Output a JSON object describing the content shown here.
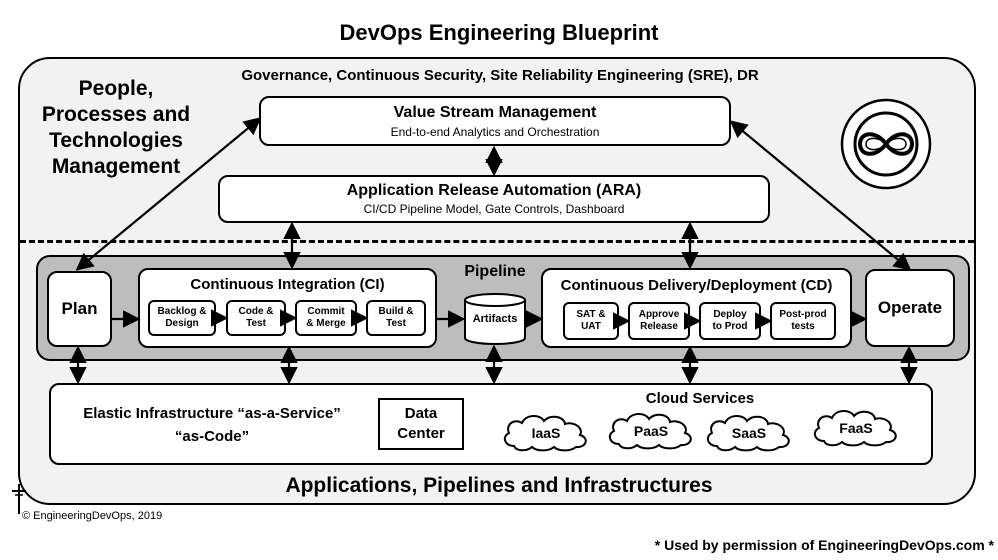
{
  "title": "DevOps Engineering Blueprint",
  "people_label": "People,\nProcesses and\nTechnologies\nManagement",
  "governance": "Governance, Continuous Security, Site Reliability Engineering (SRE), DR",
  "vsm": {
    "title": "Value Stream Management",
    "subtitle": "End-to-end Analytics and Orchestration"
  },
  "ara": {
    "title": "Application Release Automation (ARA)",
    "subtitle": "CI/CD Pipeline Model, Gate Controls, Dashboard"
  },
  "pipeline": {
    "label": "Pipeline",
    "plan": "Plan",
    "operate": "Operate",
    "artifacts": "Artifacts",
    "ci": {
      "title": "Continuous Integration (CI)",
      "stages": [
        "Backlog &\nDesign",
        "Code &\nTest",
        "Commit\n& Merge",
        "Build &\nTest"
      ]
    },
    "cd": {
      "title": "Continuous Delivery/Deployment (CD)",
      "stages": [
        "SAT &\nUAT",
        "Approve\nRelease",
        "Deploy\nto Prod",
        "Post-prod\ntests"
      ]
    }
  },
  "infrastructure": {
    "elastic_line1": "Elastic Infrastructure “as-a-Service”",
    "elastic_line2": "“as-Code”",
    "data_center": "Data\nCenter",
    "cloud_services": "Cloud Services",
    "clouds": [
      "IaaS",
      "PaaS",
      "SaaS",
      "FaaS"
    ]
  },
  "bottom_label": "Applications, Pipelines and Infrastructures",
  "copyright": "© EngineeringDevOps, 2019",
  "permission": "* Used by permission of EngineeringDevOps.com *",
  "icons": {
    "logo": "infinity-logo-icon",
    "mark": "dagger-mark-icon"
  }
}
